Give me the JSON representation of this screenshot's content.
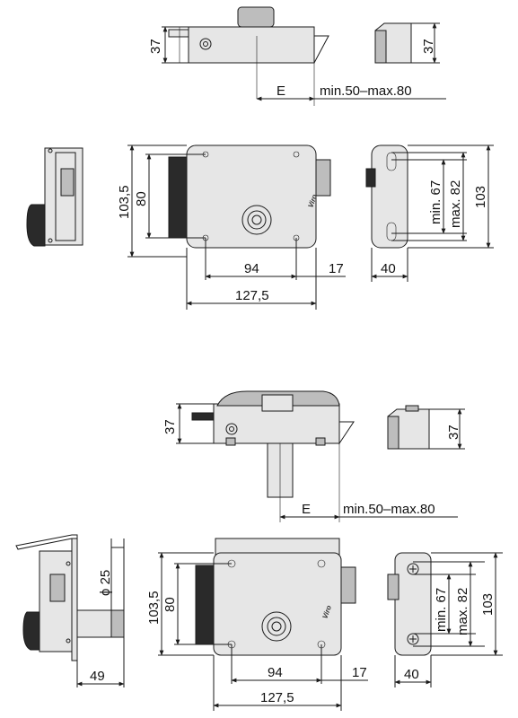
{
  "colors": {
    "line": "#1a1a1a",
    "body_fill": "#e6e6e6",
    "dark_fill": "#2a2a2a",
    "mid_fill": "#bdbdbd"
  },
  "top_drawing": {
    "top_view": {
      "height_label": "37",
      "e_label": "E",
      "range_label": "min.50–max.80"
    },
    "side_small": {
      "height_label": "37"
    },
    "front": {
      "h1": "103,5",
      "h2": "80",
      "w1": "94",
      "w2": "17",
      "w3": "127,5",
      "brand": "Viro"
    },
    "side_right": {
      "min_label": "min. 67",
      "max_label": "max. 82",
      "h_label": "103",
      "w_label": "40"
    }
  },
  "bottom_drawing": {
    "top_view": {
      "height_label": "37",
      "e_label": "E",
      "range_label": "min.50–max.80"
    },
    "side_small": {
      "height_label": "37"
    },
    "front": {
      "h1": "103,5",
      "h2": "80",
      "w1": "94",
      "w2": "17",
      "w3": "127,5",
      "brand": "Viro"
    },
    "side_left": {
      "dia_label": "ϕ 25",
      "w_label": "49"
    },
    "side_right": {
      "min_label": "min. 67",
      "max_label": "max. 82",
      "h_label": "103",
      "w_label": "40"
    }
  }
}
